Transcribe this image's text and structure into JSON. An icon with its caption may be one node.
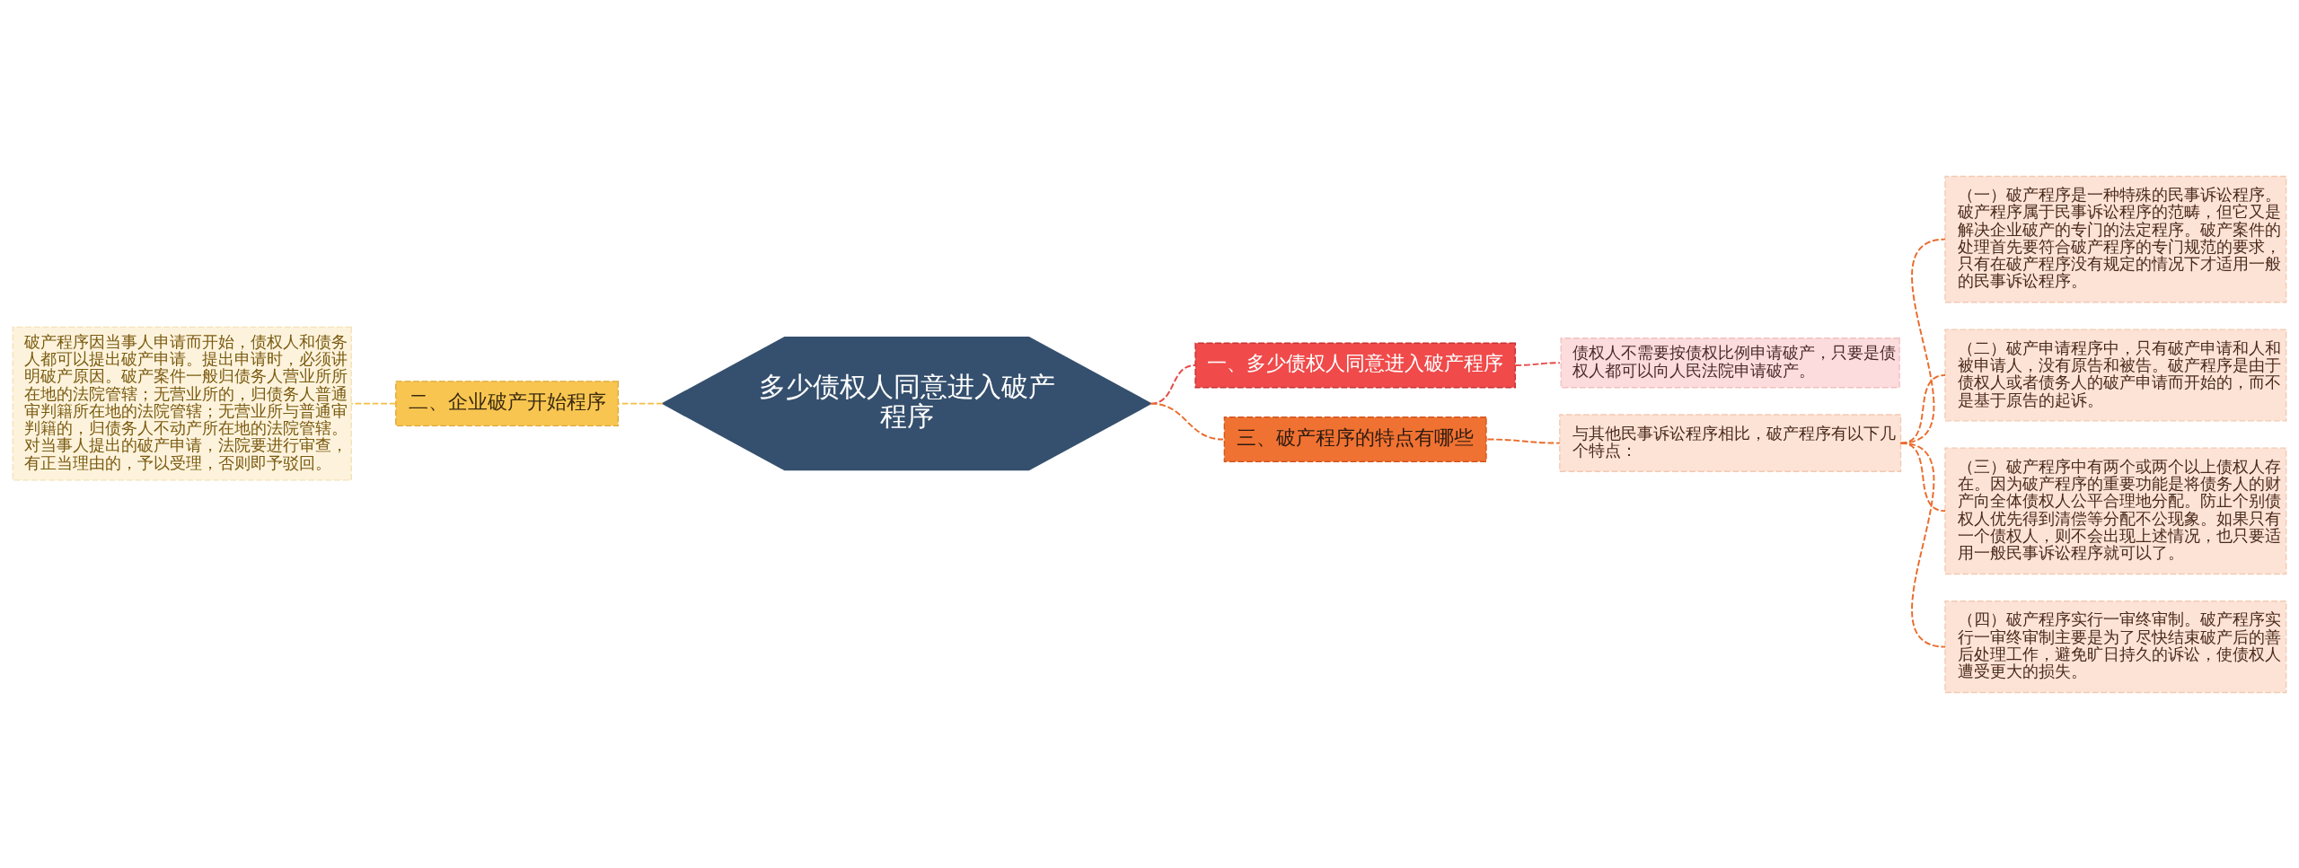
{
  "diagram": {
    "nodes": [
      {
        "text": [
          "多少债权人同意进入破产程序"
        ]
      },
      {
        "text": [
          "一、多少债权人同意进入破产程序"
        ]
      },
      {
        "text": [
          "债权人不需要按债权比例申请破产，只要是债权人都可以向人民法院申请破产。"
        ]
      },
      {
        "text": [
          "二、企业破产开始程序"
        ]
      },
      {
        "text": [
          "破产程序因当事人申请而开始，债权人和债务人都可以提出破产申请。提出申请时，必须讲明破产原因。破产案件一般归债务人营业所所在地的法院管辖；无营业所的，归债务人普通审判籍所在地的法院管辖；无营业所与普通审判籍的，归债务人不动产所在地的法院管辖。对当事人提出的破产申请，法院要进行审查，有正当理由的，予以受理，否则即予驳回。"
        ]
      },
      {
        "text": [
          "三、破产程序的特点有哪些"
        ]
      },
      {
        "text": [
          "与其他民事诉讼程序相比，破产程序有以下几个特点："
        ]
      },
      {
        "text": [
          "（一）破产程序是一种特殊的民事诉讼程序。破产程序属于民事诉讼程序的范畴，但它又是解决企业破产的专门的法定程序。破产案件的处理首先要符合破产程序的专门规范的要求，只有在破产程序没有规定的情况下才适用一般的民事诉讼程序。"
        ]
      },
      {
        "text": [
          "（二）破产申请程序中，只有破产申请和人和被申请人，没有原告和被告。破产程序是由于债权人或者债务人的破产申请而开始的，而不是基于原告的起诉。"
        ]
      },
      {
        "text": [
          "（三）破产程序中有两个或两个以上债权人存在。因为破产程序的重要功能是将债务人的财产向全体债权人公平合理地分配。防止个别债权人优先得到清偿等分配不公现象。如果只有一个债权人，则不会出现上述情况，也只要适用一般民事诉讼程序就可以了。"
        ]
      },
      {
        "text": [
          "（四）破产程序实行一审终审制。破产程序实行一审终审制主要是为了尽快结束破产后的善后处理工作，避免旷日持久的诉讼，使债权人遭受更大的损失。"
        ]
      }
    ],
    "edges": [
      {
        "from": 0,
        "to": 1,
        "arrow": "none",
        "style": "dashed",
        "color": "#e84848"
      },
      {
        "from": 1,
        "to": 2,
        "arrow": "none",
        "style": "dashed",
        "color": "#e84848"
      },
      {
        "from": 0,
        "to": 3,
        "arrow": "none",
        "style": "dashed",
        "color": "#f3be45"
      },
      {
        "from": 3,
        "to": 4,
        "arrow": "none",
        "style": "dashed",
        "color": "#f3be45"
      },
      {
        "from": 0,
        "to": 5,
        "arrow": "none",
        "style": "dashed"
      },
      {
        "from": 5,
        "to": 6,
        "arrow": "none",
        "style": "dashed"
      },
      {
        "from": 6,
        "to": 7,
        "arrow": "none",
        "style": "dashed"
      },
      {
        "from": 6,
        "to": 8,
        "arrow": "none",
        "style": "dashed"
      },
      {
        "from": 6,
        "to": 9,
        "arrow": "none",
        "style": "dashed"
      },
      {
        "from": 6,
        "to": 10,
        "arrow": "none",
        "style": "dashed"
      }
    ]
  }
}
